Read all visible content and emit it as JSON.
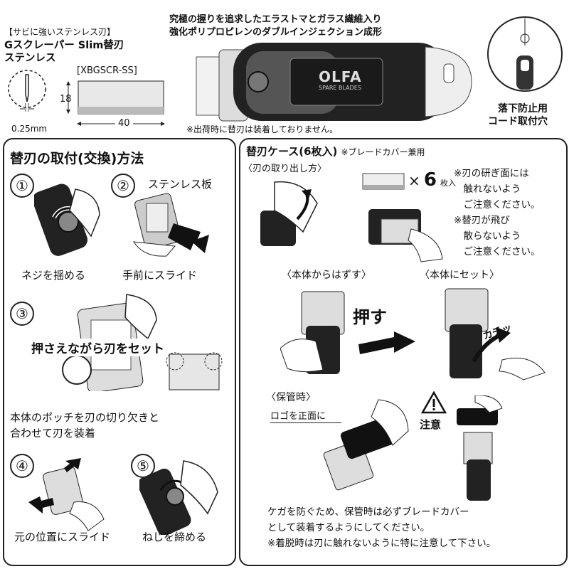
{
  "spec": {
    "tag": "【サビに強いステンレス刃】",
    "title_line1": "Gスクレーパー Slim替刃",
    "title_line2": "ステンレス",
    "model": "[XBGSCR-SS]",
    "dim_height": "18",
    "dim_width": "40",
    "thickness": "0.25mm"
  },
  "product": {
    "desc_line1": "究極の握りを追求したエラストマとガラス繊維入り",
    "desc_line2": "強化ポリプロピレンのダブルインジェクション成形",
    "logo": "OLFA",
    "logo_sub": "SPARE BLADES",
    "shipping_note": "※出荷時に替刃は装着しておりません。",
    "cord_label_line1": "落下防止用",
    "cord_label_line2": "コード取付穴"
  },
  "left_panel": {
    "title": "替刃の取付(交換)方法",
    "steps": [
      {
        "num": "①",
        "caption": "ネジを揺める"
      },
      {
        "num": "②",
        "caption": "手前にスライド",
        "label": "ステンレス板"
      },
      {
        "num": "③",
        "headline": "押さえながら刃をセット",
        "caption_line1": "本体のポッチを刃の切り欠きと",
        "caption_line2": "合わせて刃を装着"
      },
      {
        "num": "④",
        "caption": "元の位置にスライド"
      },
      {
        "num": "⑤",
        "caption": "ねじを締める"
      }
    ]
  },
  "right_panel": {
    "title": "替刃ケース(6枚入)",
    "title_note": "※ブレードカバー兼用",
    "removal_label": "〈刃の取り出し方〉",
    "count_prefix": "×",
    "count_number": "6",
    "count_suffix": "枚入",
    "caution_lines": [
      "※刃の研ぎ面には",
      "　触れないよう",
      "　ご注意ください。",
      "※替刃が飛び",
      "　散らないよう",
      "　ご注意ください。"
    ],
    "remove_label": "〈本体からはずす〉",
    "set_label": "〈本体にセット〉",
    "push_label": "押す",
    "click_label": "カチッ",
    "storage_label": "〈保管時〉",
    "logo_front_label": "ロゴを正面に",
    "caution_label": "注意",
    "bottom_line1": "ケガを防ぐため、保管時は必ずブレードカバー",
    "bottom_line2": "として装着するようにしてください。",
    "bottom_line3": "※着脱時は刃に触れないように特に注意して下さい。"
  }
}
